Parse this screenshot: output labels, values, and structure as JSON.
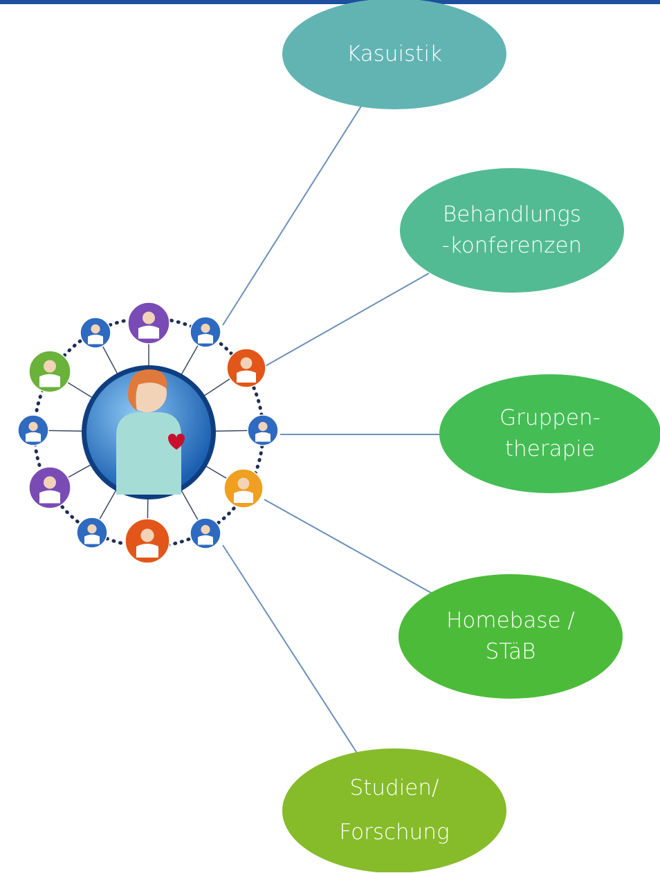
{
  "colors": {
    "top_bar": "#1d4f9e",
    "connector": "#6b8fb8",
    "ring_dots": "#1f2f55",
    "center_circle": "#1b5fb0",
    "center_circle_light": "#8cc8f4"
  },
  "hub": {
    "icon": "medical-team-network-icon",
    "center_icon": "nurse-heart-icon",
    "members": [
      {
        "icon": "doctor-icon",
        "color": "#7a4bb5"
      },
      {
        "icon": "man-icon",
        "color": "#2d6ac0"
      },
      {
        "icon": "surgeon-icon",
        "color": "#e2561a"
      },
      {
        "icon": "man-icon",
        "color": "#2d6ac0"
      },
      {
        "icon": "nurse-icon",
        "color": "#f0a020"
      },
      {
        "icon": "woman-icon",
        "color": "#2d6ac0"
      },
      {
        "icon": "surgeon-icon",
        "color": "#e2561a"
      },
      {
        "icon": "man-icon",
        "color": "#2d6ac0"
      },
      {
        "icon": "doctor-icon",
        "color": "#7a4bb5"
      },
      {
        "icon": "woman-icon",
        "color": "#2d6ac0"
      },
      {
        "icon": "doctor-icon",
        "color": "#6ab23a"
      },
      {
        "icon": "woman-icon",
        "color": "#2d6ac0"
      }
    ]
  },
  "nodes": [
    {
      "id": "kasuistik",
      "lines": [
        "Kasuistik"
      ],
      "color": "#62b4b3"
    },
    {
      "id": "behandlungskonferenzen",
      "lines": [
        "Behandlungs",
        "-konferenzen"
      ],
      "color": "#52bb93"
    },
    {
      "id": "gruppentherapie",
      "lines": [
        "Gruppen-",
        "therapie"
      ],
      "color": "#45bd55"
    },
    {
      "id": "homebase",
      "lines": [
        "Homebase /",
        "STäB"
      ],
      "color": "#4dbb3a"
    },
    {
      "id": "studien",
      "lines": [
        "Studien/",
        "Forschung"
      ],
      "color": "#86bb2a"
    }
  ]
}
